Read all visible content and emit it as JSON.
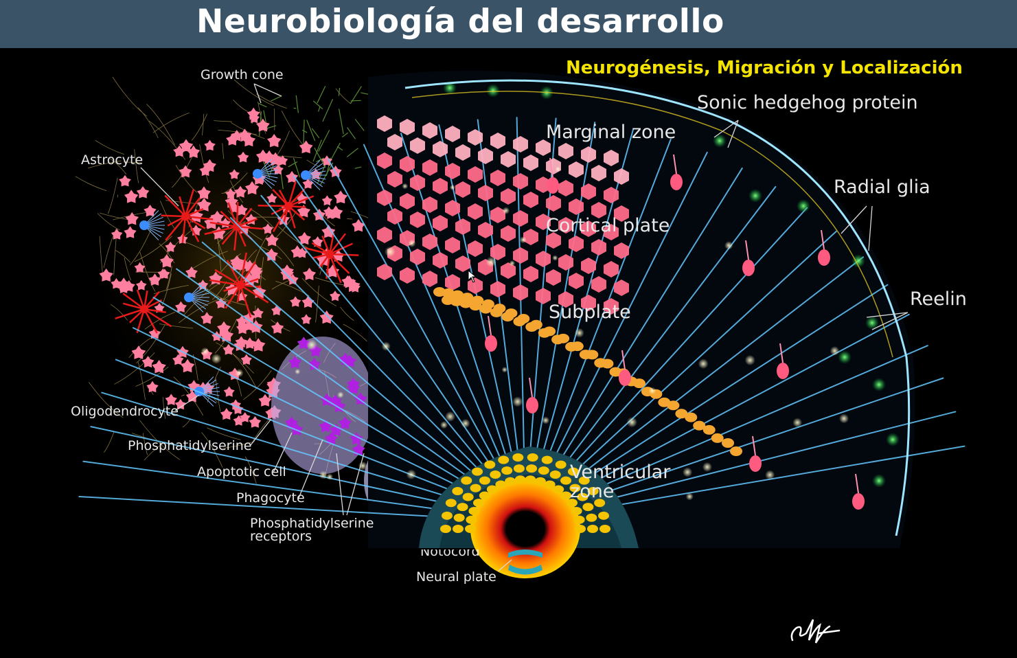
{
  "header": {
    "title": "Neurobiología del desarrollo",
    "subtitle": "Neurogénesis, Migración y Localización"
  },
  "labels": {
    "growth_cone": "Growth cone",
    "astrocyte": "Astrocyte",
    "oligodendrocyte": "Oligodendrocyte",
    "phosphatidylserine": "Phosphatidylserine",
    "apoptotic_cell": "Apoptotic cell",
    "phagocyte": "Phagocyte",
    "ps_receptors_line1": "Phosphatidylserine",
    "ps_receptors_line2": "receptors",
    "notocord": "Notocord",
    "neural_plate": "Neural plate",
    "sonic_hedgehog": "Sonic hedgehog protein",
    "marginal_zone": "Marginal zone",
    "radial_glia": "Radial glia",
    "cortical_plate": "Cortical plate",
    "reelin": "Reelin",
    "subplate": "Subplate",
    "ventricular_line1": "Ventricular",
    "ventricular_line2": "zone"
  },
  "colors": {
    "title_bar": "#3b5367",
    "subtitle": "#f4e400",
    "cortical_neuron": "#ff6b8a",
    "subplate_cell": "#f5a630",
    "radial_glia": "#63c8ff",
    "astrocyte": "#e81a1a",
    "phagocyte": "#b070e0"
  },
  "icons": {
    "cursor": "mouse-pointer-icon",
    "signature": "signature-mark"
  }
}
